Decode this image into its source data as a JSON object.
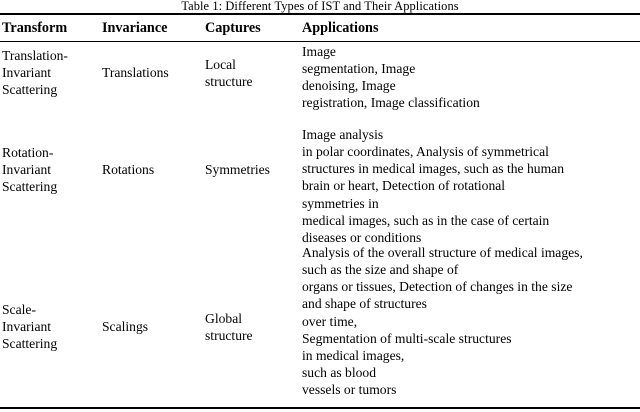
{
  "caption": "Table 1: Different Types of IST and Their Applications",
  "table": {
    "headers": {
      "transform": "Transform",
      "invariance": "Invariance",
      "captures": "Captures",
      "applications": "Applications"
    },
    "rows": [
      {
        "transform": "Translation-\nInvariant\nScattering",
        "invariance": "Translations",
        "captures": "Local\nstructure",
        "application_lines": [
          "Image",
          "segmentation, Image",
          "denoising, Image",
          "registration, Image classification"
        ]
      },
      {
        "transform": "Rotation-\nInvariant\nScattering",
        "invariance": "Rotations",
        "captures": "Symmetries",
        "application_lines": [
          "Image analysis",
          "in polar coordinates, Analysis of symmetrical",
          "structures in medical images, such as the human",
          "brain or heart, Detection of rotational",
          "symmetries in",
          "medical images, such as in the case of certain",
          "diseases or conditions"
        ]
      },
      {
        "transform": "Scale-\nInvariant\nScattering",
        "invariance": "Scalings",
        "captures": "Global\nstructure",
        "application_lines": [
          "Analysis of the overall structure of medical images,",
          "such as the size and shape of",
          "organs or tissues, Detection of changes in the size",
          "and shape of structures",
          "over time,",
          "Segmentation of multi-scale structures",
          "in medical images,",
          "such as blood",
          "vessels or tumors"
        ]
      }
    ]
  },
  "colors": {
    "page_background": "#ffffff",
    "text": "#000000",
    "rule": "#000000"
  }
}
